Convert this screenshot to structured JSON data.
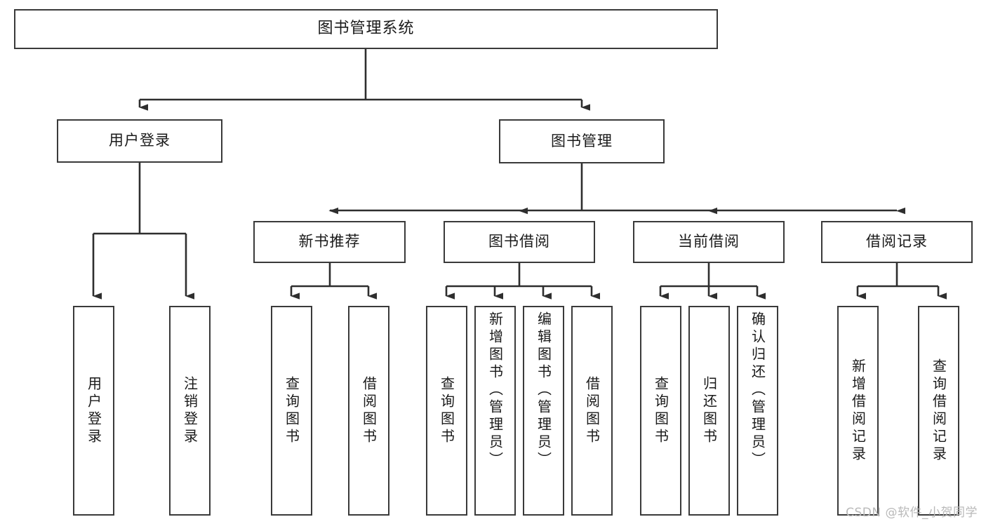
{
  "diagram": {
    "type": "tree-structure-chart",
    "title": "图书管理系统",
    "root": {
      "label": "图书管理系统"
    },
    "level2": [
      {
        "id": "user-login",
        "label": "用户登录"
      },
      {
        "id": "book-manage",
        "label": "图书管理"
      }
    ],
    "level3": [
      {
        "id": "new-book-recommend",
        "label": "新书推荐",
        "parent": "book-manage"
      },
      {
        "id": "book-borrow",
        "label": "图书借阅",
        "parent": "book-manage"
      },
      {
        "id": "current-borrow",
        "label": "当前借阅",
        "parent": "book-manage"
      },
      {
        "id": "borrow-record",
        "label": "借阅记录",
        "parent": "book-manage"
      }
    ],
    "leaves": [
      {
        "id": "leaf-user-login",
        "label": "用户登录",
        "parent": "user-login"
      },
      {
        "id": "leaf-logout",
        "label": "注销登录",
        "parent": "user-login"
      },
      {
        "id": "leaf-query-book-1",
        "label": "查询图书",
        "parent": "new-book-recommend"
      },
      {
        "id": "leaf-borrow-book-1",
        "label": "借阅图书",
        "parent": "new-book-recommend"
      },
      {
        "id": "leaf-query-book-2",
        "label": "查询图书",
        "parent": "book-borrow"
      },
      {
        "id": "leaf-add-book",
        "label": "新增图书（管理员）",
        "parent": "book-borrow"
      },
      {
        "id": "leaf-edit-book",
        "label": "编辑图书（管理员）",
        "parent": "book-borrow"
      },
      {
        "id": "leaf-borrow-book-2",
        "label": "借阅图书",
        "parent": "book-borrow"
      },
      {
        "id": "leaf-query-book-3",
        "label": "查询图书",
        "parent": "current-borrow"
      },
      {
        "id": "leaf-return-book",
        "label": "归还图书",
        "parent": "current-borrow"
      },
      {
        "id": "leaf-confirm-return",
        "label": "确认归还（管理员）",
        "parent": "current-borrow"
      },
      {
        "id": "leaf-add-record",
        "label": "新增借阅记录",
        "parent": "borrow-record"
      },
      {
        "id": "leaf-query-record",
        "label": "查询借阅记录",
        "parent": "borrow-record"
      }
    ],
    "colors": {
      "stroke": "#3a3a3a",
      "fill": "#ffffff",
      "text": "#1a1a1a",
      "watermark": "#b9b9b9"
    }
  },
  "watermark": {
    "text": "CSDN @软件_小贺同学"
  }
}
